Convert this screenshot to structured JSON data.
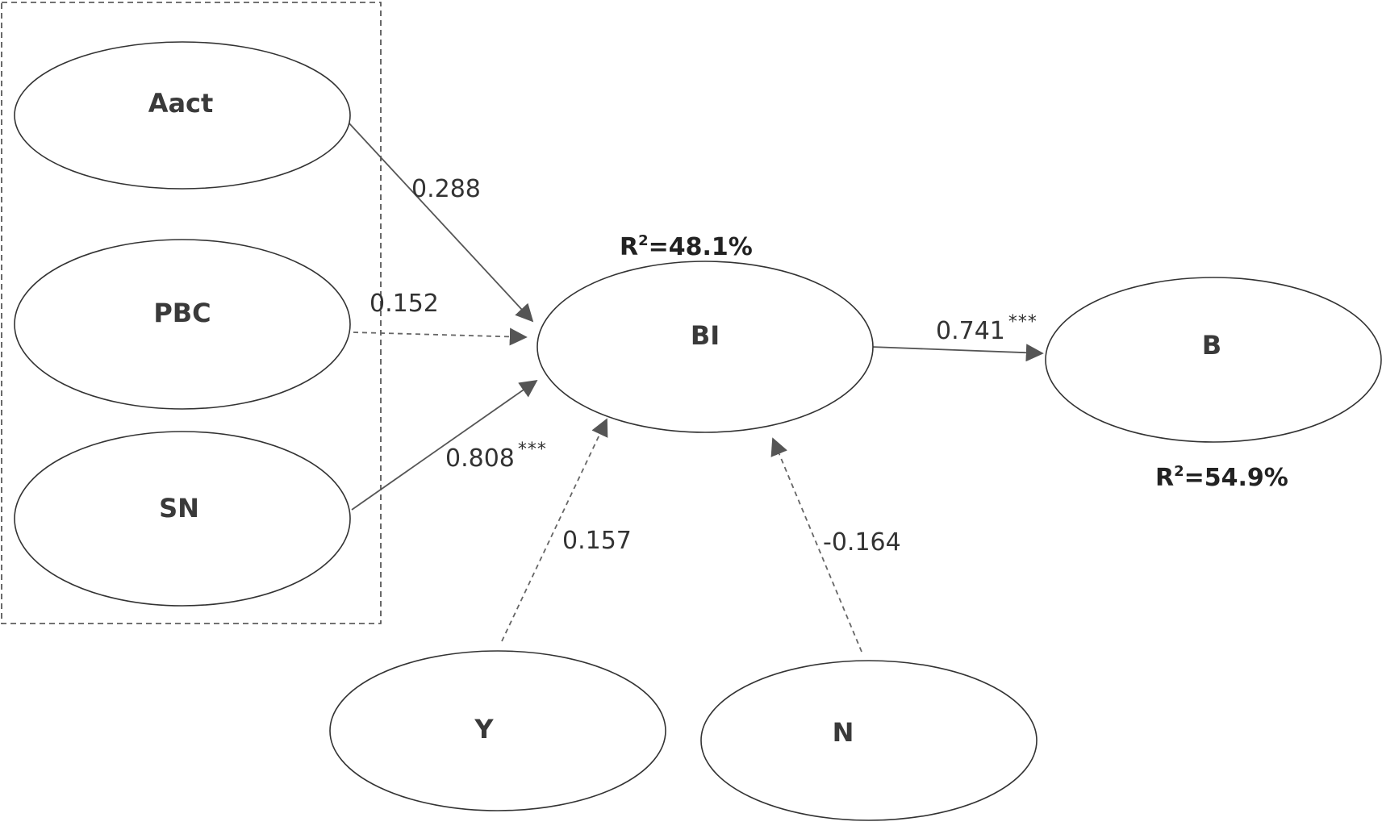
{
  "nodes": {
    "aact": "Aact",
    "pbc": "PBC",
    "sn": "SN",
    "bi": "BI",
    "b": "B",
    "y": "Y",
    "n": "N"
  },
  "paths": {
    "aact_bi": {
      "coef": "0.288",
      "sig": "",
      "significant": true
    },
    "pbc_bi": {
      "coef": "0.152",
      "sig": "",
      "significant": false
    },
    "sn_bi": {
      "coef": "0.808",
      "sig": "***",
      "significant": true
    },
    "bi_b": {
      "coef": "0.741",
      "sig": "***",
      "significant": true
    },
    "y_bi": {
      "coef": "0.157",
      "sig": "",
      "significant": false
    },
    "n_bi": {
      "coef": "-0.164",
      "sig": "",
      "significant": false
    }
  },
  "r_squared": {
    "bi": {
      "prefix": "R",
      "sup": "2",
      "value": "=48.1%"
    },
    "b": {
      "prefix": "R",
      "sup": "2",
      "value": "=54.9%"
    }
  },
  "colors": {
    "stroke": "#333333",
    "text": "#3a3a3a",
    "background": "#ffffff"
  }
}
